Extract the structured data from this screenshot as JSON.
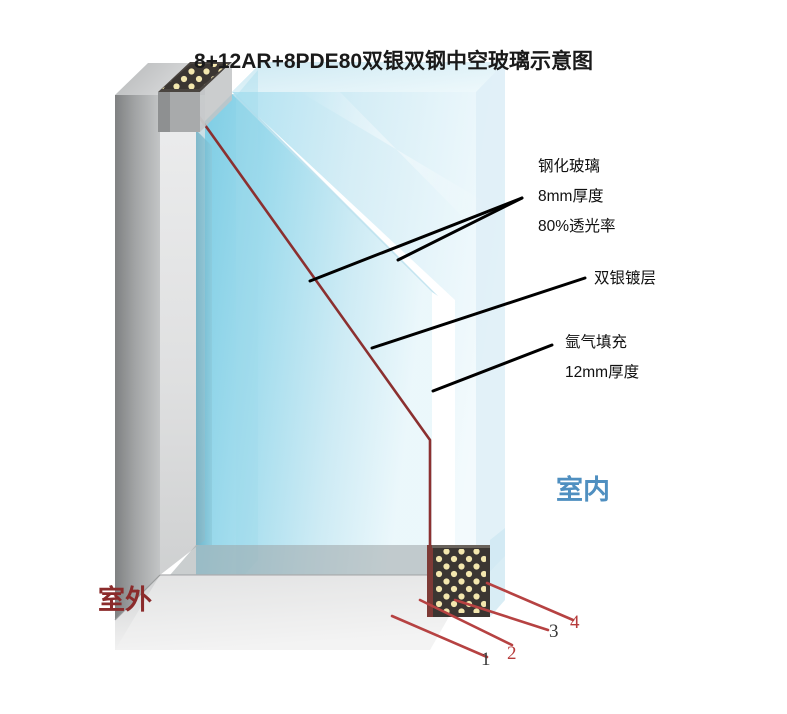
{
  "diagram": {
    "title": "8+12AR+8PDE80双银双钢中空玻璃示意图",
    "type": "insulated-glass-unit-cutaway",
    "colors": {
      "glass_outer": "#8fd3e8",
      "glass_inner": "#bfe6f2",
      "glass_edge": "#6fb6cf",
      "frame_light": "#d9dadb",
      "frame_mid": "#a9abac",
      "frame_dark": "#8a8c8d",
      "coating_line": "#8b3030",
      "spacer_dark": "#3b3632",
      "desiccant": "#f1e3a8",
      "leader_black": "#000000",
      "leader_red": "#b64242",
      "indoor_text": "#4f8fc0",
      "outdoor_text": "#8b2b2b",
      "title_text": "#1a1a1a"
    }
  },
  "annotations": {
    "glass": {
      "line1": "钢化玻璃",
      "line2": "8mm厚度",
      "line3": "80%透光率"
    },
    "coating": {
      "label": "双银镀层"
    },
    "gas": {
      "line1": "氩气填充",
      "line2": "12mm厚度"
    }
  },
  "side_labels": {
    "indoor": "室内",
    "outdoor": "室外"
  },
  "callouts": [
    {
      "number": "1",
      "color": "dark"
    },
    {
      "number": "2",
      "color": "red"
    },
    {
      "number": "3",
      "color": "dark"
    },
    {
      "number": "4",
      "color": "red"
    }
  ]
}
